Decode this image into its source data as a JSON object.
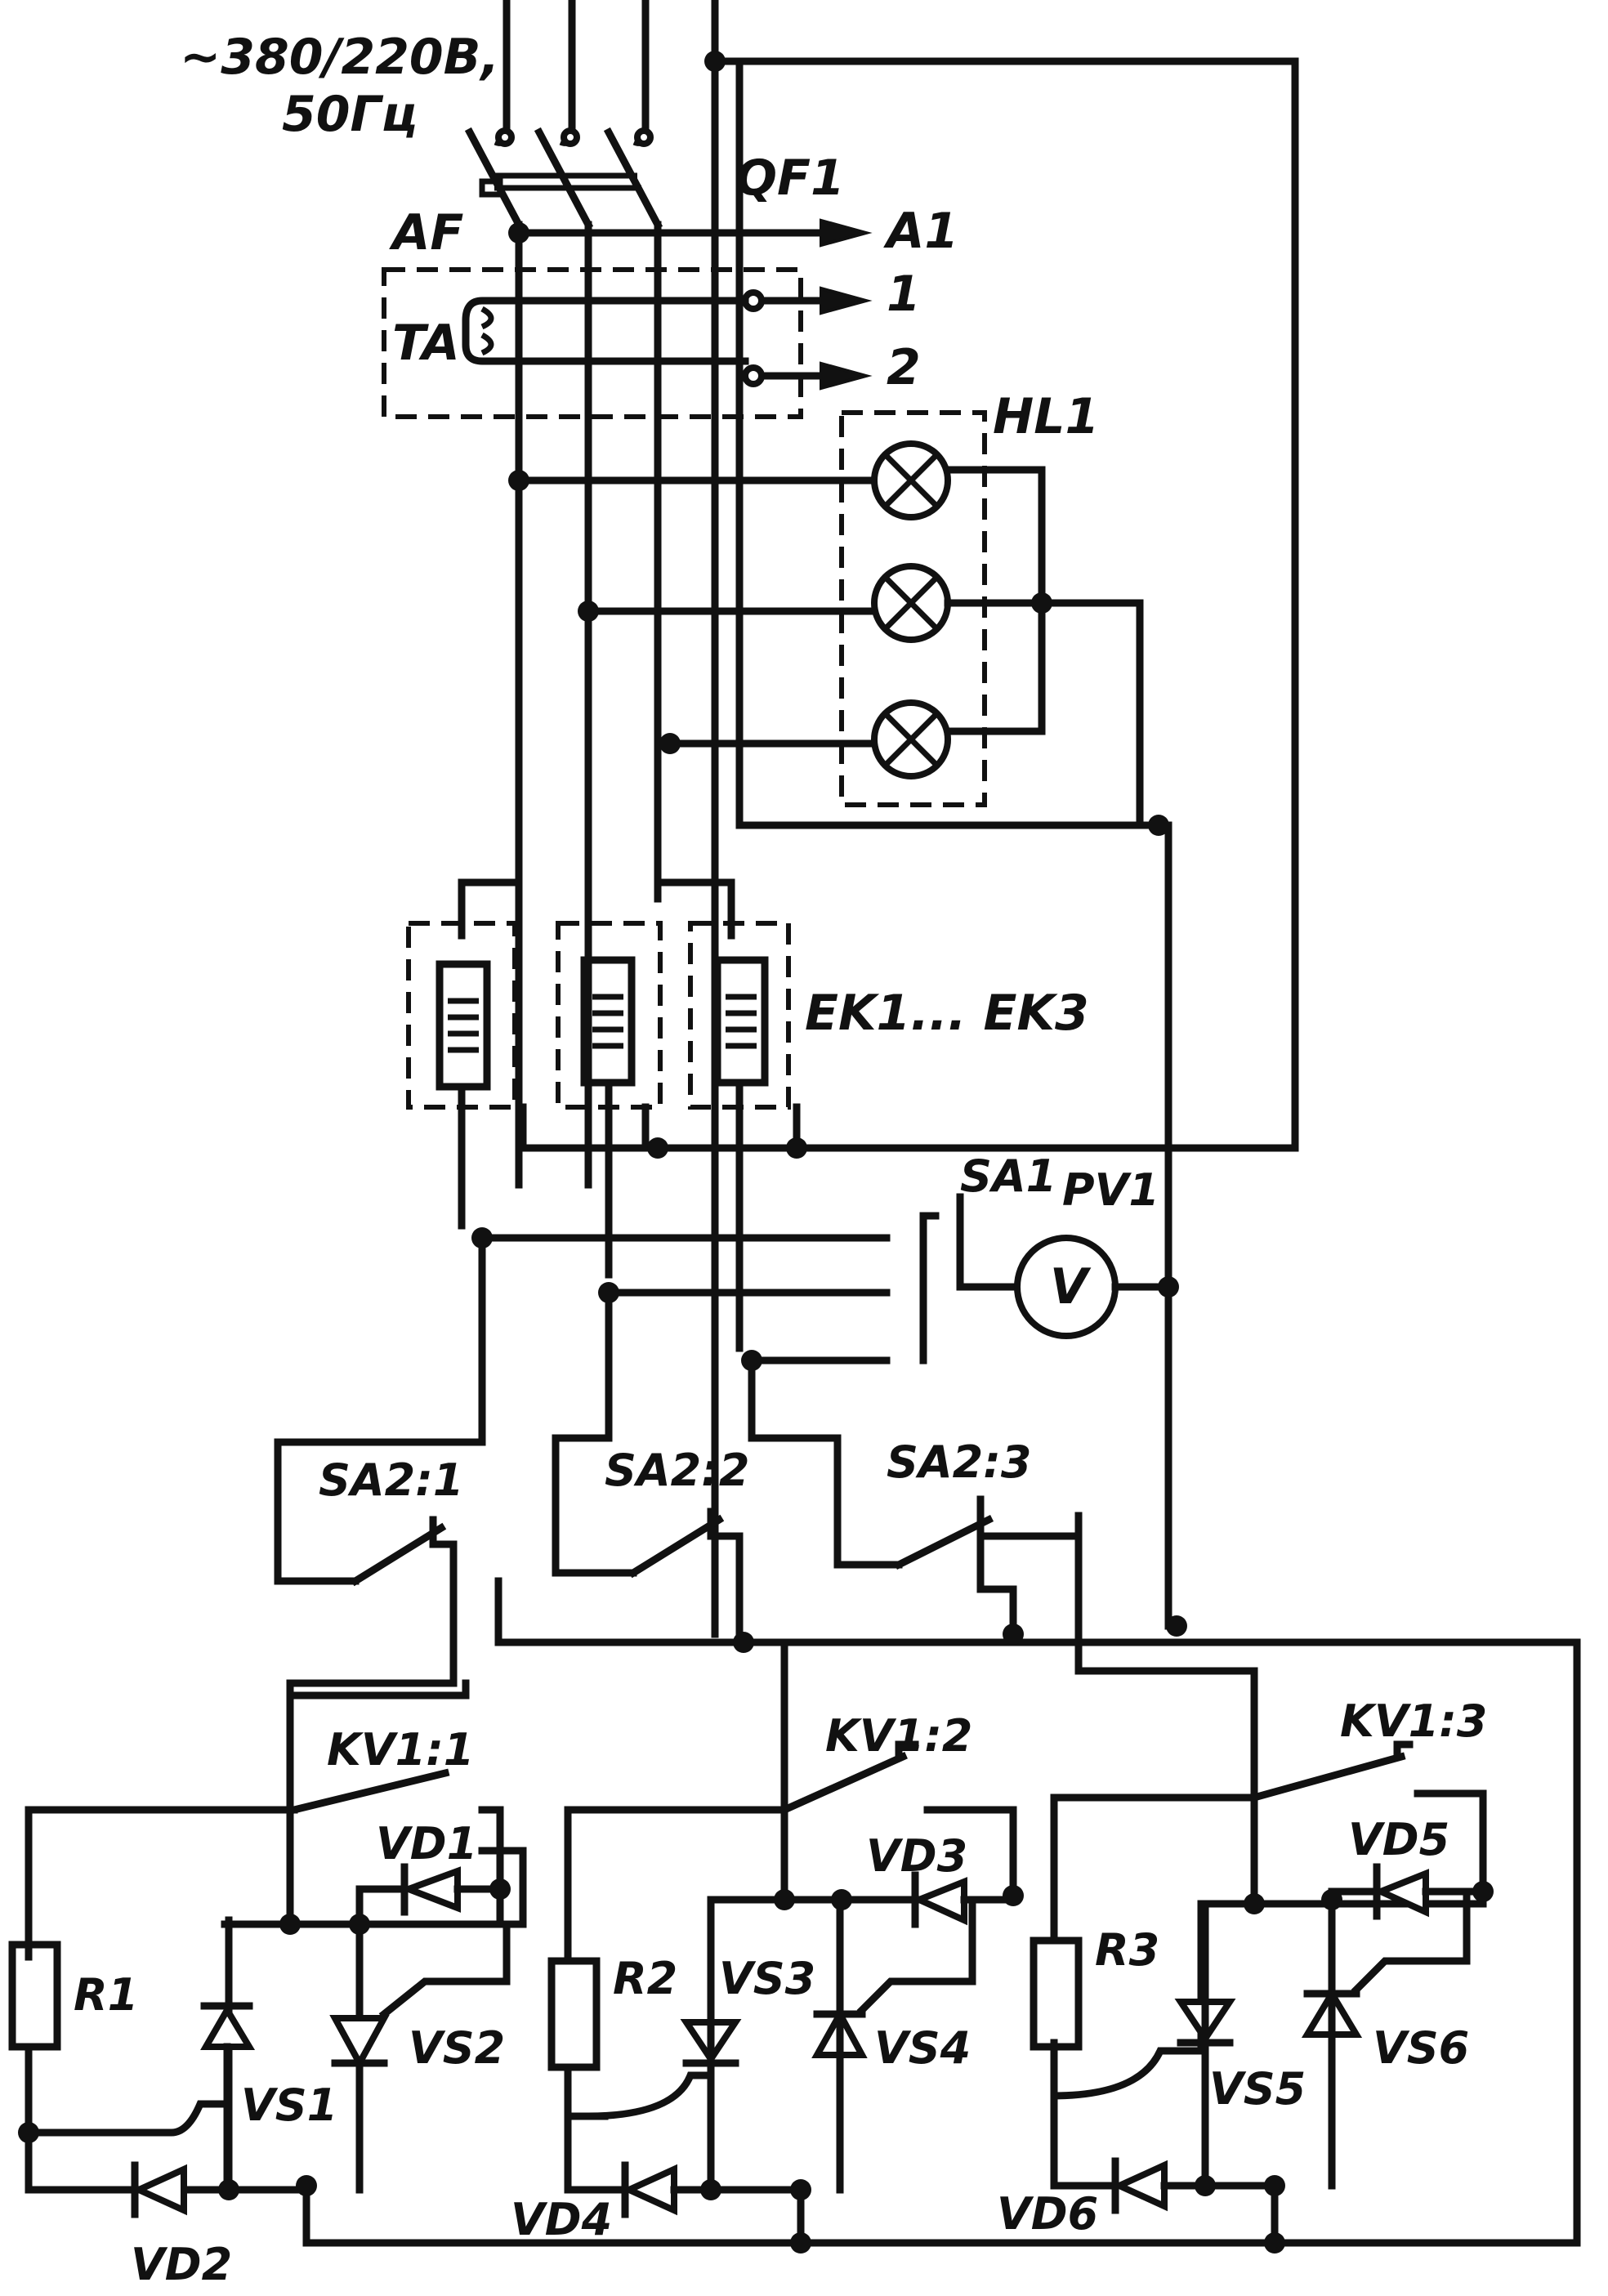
{
  "diagram": {
    "supply_label_1": "~380/220В,",
    "supply_label_2": "50Гц",
    "af": "AF",
    "qf1": "QF1",
    "out_a1": "A1",
    "out_1": "1",
    "out_2": "2",
    "ta": "TA",
    "hl1": "HL1",
    "ek": "EK1... EK3",
    "sa1": "SA1",
    "pv1": "PV1",
    "voltmeter": "V",
    "sa2_1": "SA2:1",
    "sa2_2": "SA2:2",
    "sa2_3": "SA2:3",
    "kv1_1": "KV1:1",
    "kv1_2": "KV1:2",
    "kv1_3": "KV1:3",
    "vd1": "VD1",
    "vd2": "VD2",
    "vd3": "VD3",
    "vd4": "VD4",
    "vd5": "VD5",
    "vd6": "VD6",
    "vs1": "VS1",
    "vs2": "VS2",
    "vs3": "VS3",
    "vs4": "VS4",
    "vs5": "VS5",
    "vs6": "VS6",
    "r1": "R1",
    "r2": "R2",
    "r3": "R3"
  }
}
